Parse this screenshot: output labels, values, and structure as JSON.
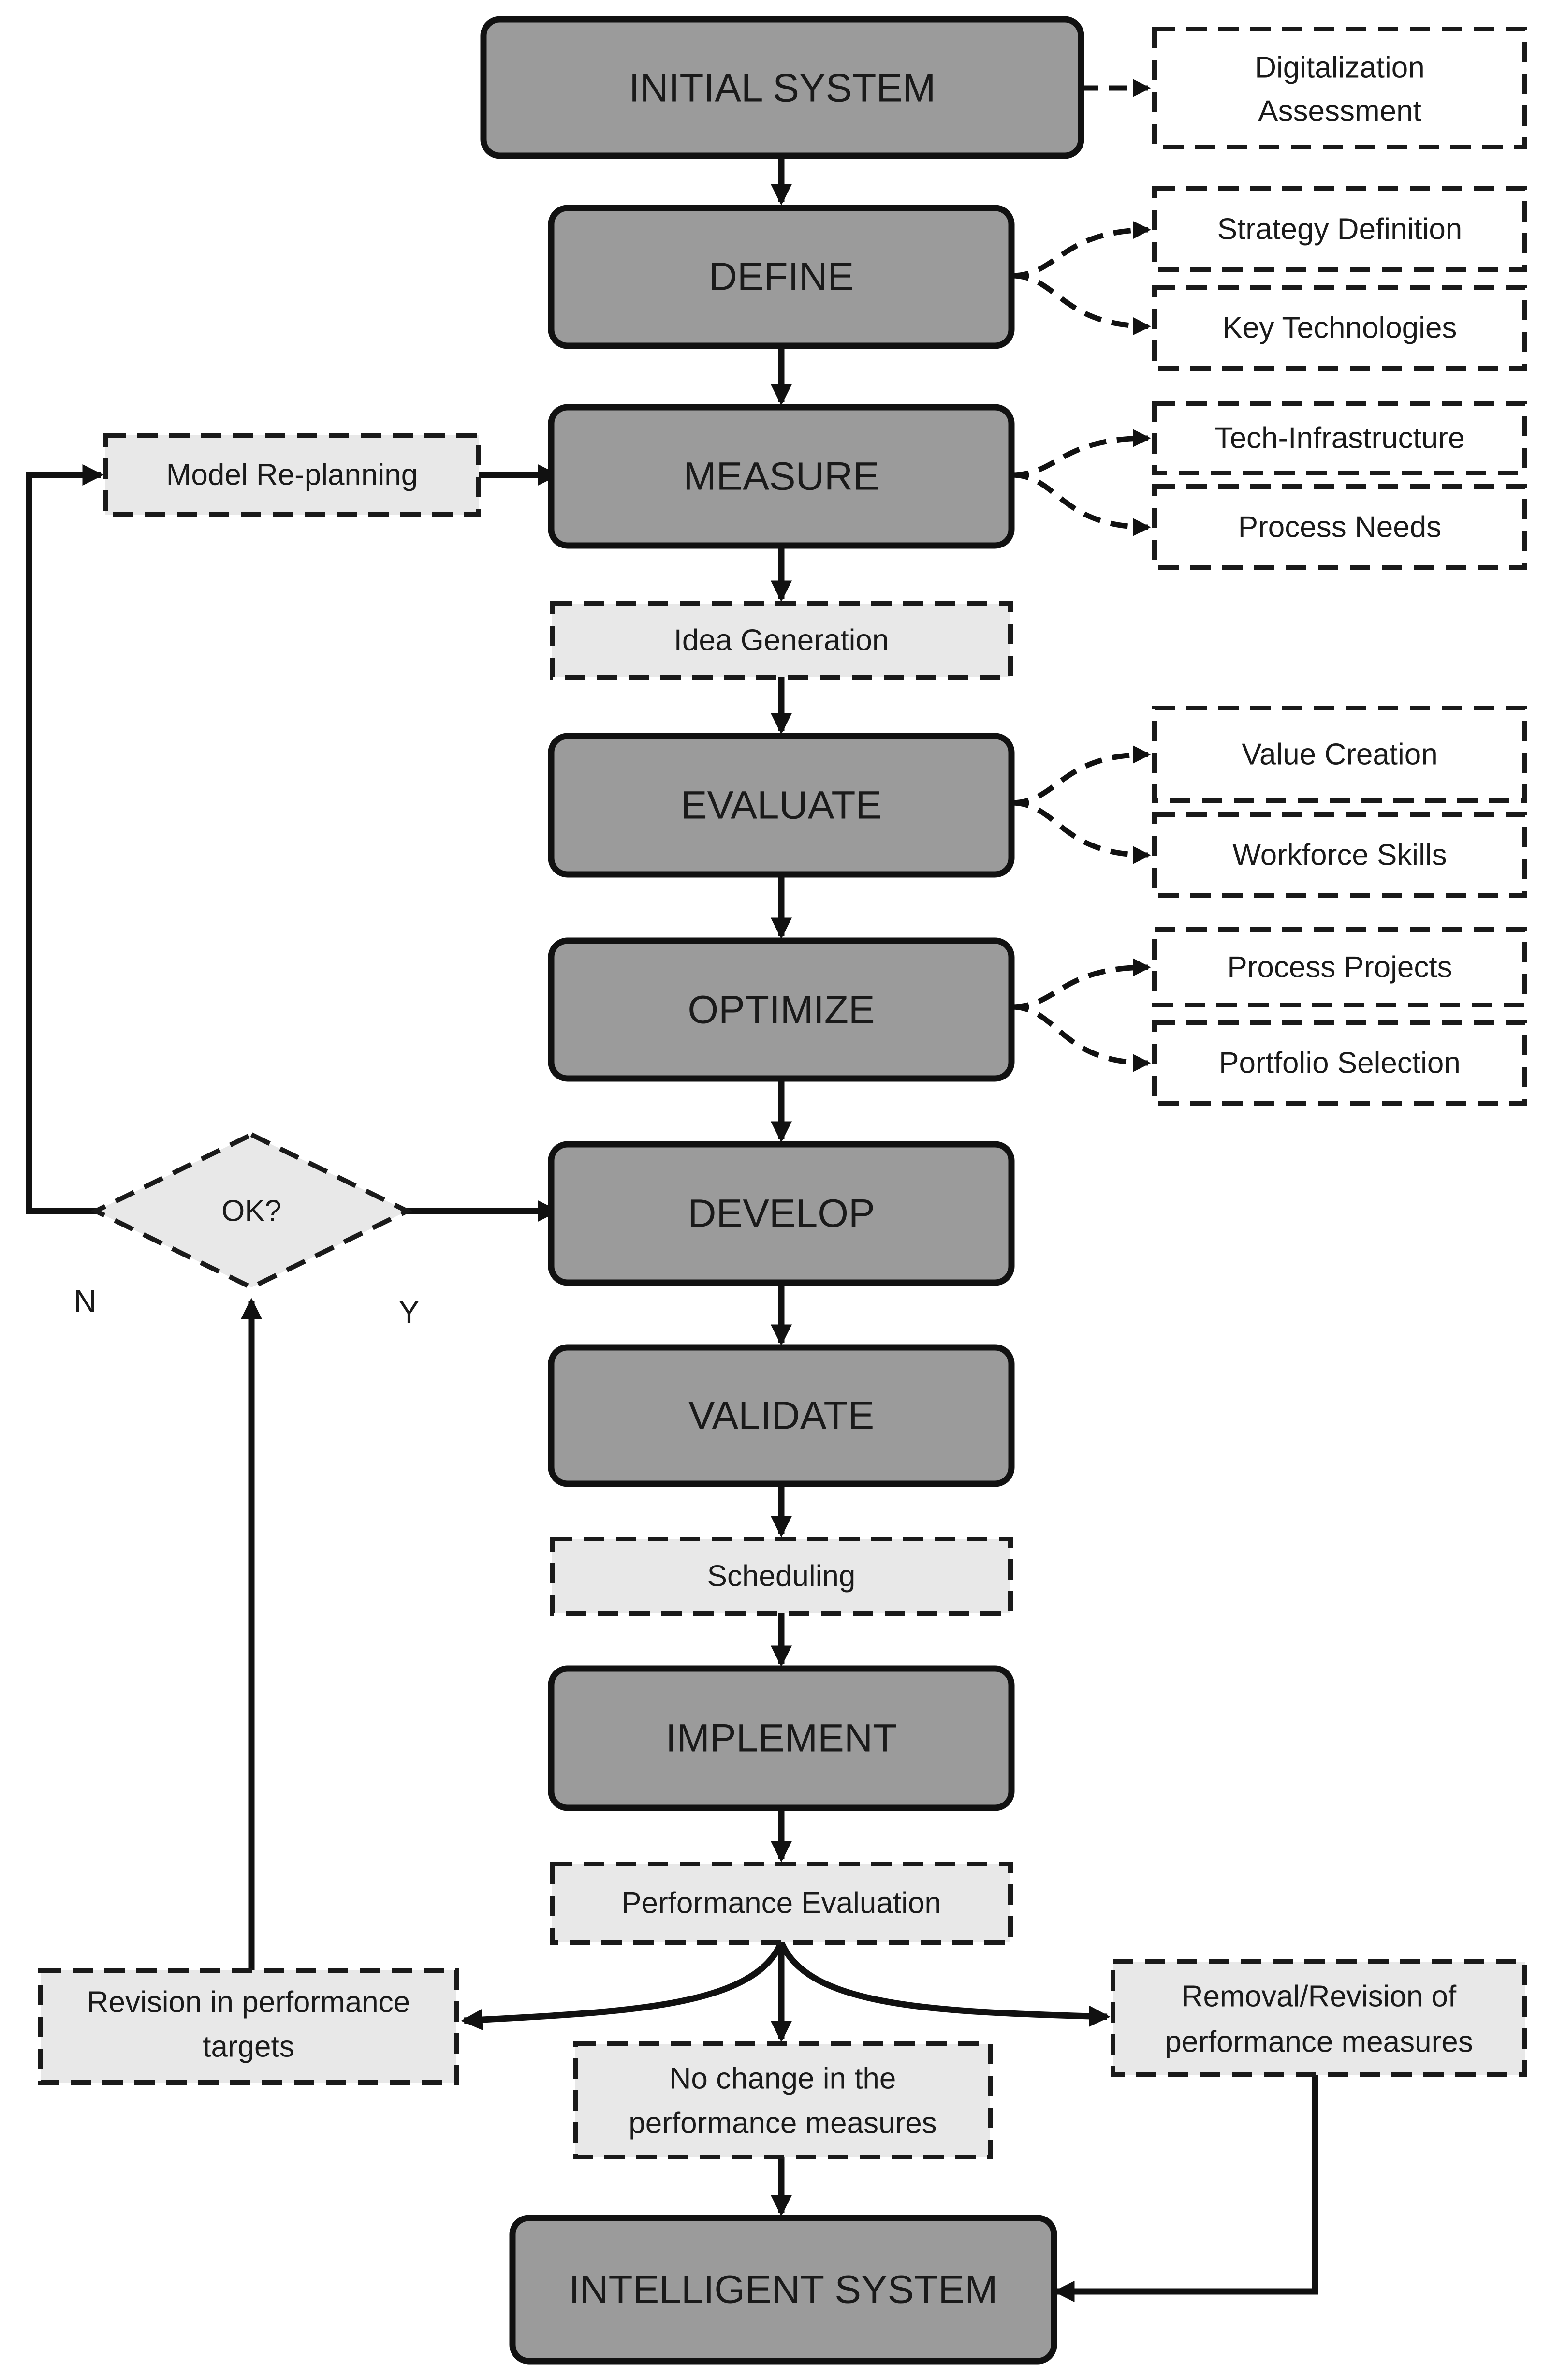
{
  "main_steps": {
    "initial_system": "INITIAL SYSTEM",
    "define": "DEFINE",
    "measure": "MEASURE",
    "evaluate": "EVALUATE",
    "optimize": "OPTIMIZE",
    "develop": "DEVELOP",
    "validate": "VALIDATE",
    "implement": "IMPLEMENT",
    "intelligent_system": "INTELLIGENT SYSTEM"
  },
  "side_notes": {
    "digitalization_assessment": [
      "Digitalization",
      "Assessment"
    ],
    "strategy_definition": "Strategy Definition",
    "key_technologies": "Key Technologies",
    "tech_infrastructure": "Tech-Infrastructure",
    "process_needs": "Process Needs",
    "value_creation": "Value Creation",
    "workforce_skills": "Workforce Skills",
    "process_projects": "Process Projects",
    "portfolio_selection": "Portfolio Selection"
  },
  "intermediate_steps": {
    "model_replanning": "Model Re-planning",
    "idea_generation": "Idea Generation",
    "scheduling": "Scheduling",
    "performance_evaluation": "Performance Evaluation"
  },
  "decision": {
    "question": "OK?",
    "no_label": "N",
    "yes_label": "Y"
  },
  "outcomes": {
    "revision_targets": [
      "Revision in performance",
      "targets"
    ],
    "no_change": [
      "No change in the",
      "performance measures"
    ],
    "removal_revision": [
      "Removal/Revision of",
      "performance measures"
    ]
  },
  "colors": {
    "main_fill": "#9b9b9b",
    "sub_fill": "#e8e8e8",
    "stroke": "#111111"
  }
}
